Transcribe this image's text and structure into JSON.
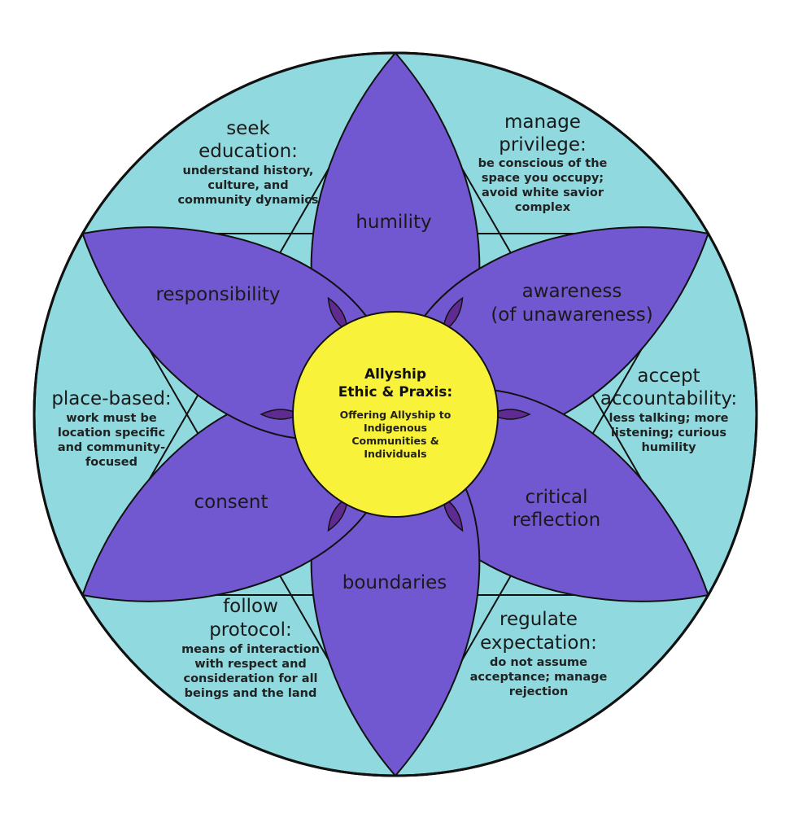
{
  "title": "Allyship Ethic & Praxis",
  "colors": {
    "background": "#ffffff",
    "outer_circle": "#8fd9df",
    "petal": "#7258d0",
    "petal_overlap": "#5f2b90",
    "center": "#f8f23a",
    "outline": "#111111"
  },
  "center": {
    "title_lines": [
      "Allyship",
      "Ethic & Praxis:"
    ],
    "subtitle_lines": [
      "Offering Allyship to",
      "Indigenous",
      "Communities &",
      "Individuals"
    ]
  },
  "petals": [
    {
      "label_lines": [
        "humility"
      ]
    },
    {
      "label_lines": [
        "awareness",
        "(of unawareness)"
      ]
    },
    {
      "label_lines": [
        "critical",
        "reflection"
      ]
    },
    {
      "label_lines": [
        "boundaries"
      ]
    },
    {
      "label_lines": [
        "consent"
      ]
    },
    {
      "label_lines": [
        "responsibility"
      ]
    }
  ],
  "outer_sections": [
    {
      "heading_lines": [
        "manage",
        "privilege:"
      ],
      "body_lines": [
        "be conscious of the",
        "space you occupy;",
        "avoid white savior",
        "complex"
      ]
    },
    {
      "heading_lines": [
        "accept",
        "accountability:"
      ],
      "body_lines": [
        "less talking; more",
        "listening; curious",
        "humility"
      ]
    },
    {
      "heading_lines": [
        "regulate",
        "expectation:"
      ],
      "body_lines": [
        "do not assume",
        "acceptance; manage",
        "rejection"
      ]
    },
    {
      "heading_lines": [
        "follow",
        "protocol:"
      ],
      "body_lines": [
        "means of interaction",
        "with respect and",
        "consideration for all",
        "beings and the land"
      ]
    },
    {
      "heading_lines": [
        "place-based:"
      ],
      "body_lines": [
        "work must be",
        "location specific",
        "and community-",
        "focused"
      ]
    },
    {
      "heading_lines": [
        "seek",
        "education:"
      ],
      "body_lines": [
        "understand history,",
        "culture, and",
        "community dynamics"
      ]
    }
  ]
}
